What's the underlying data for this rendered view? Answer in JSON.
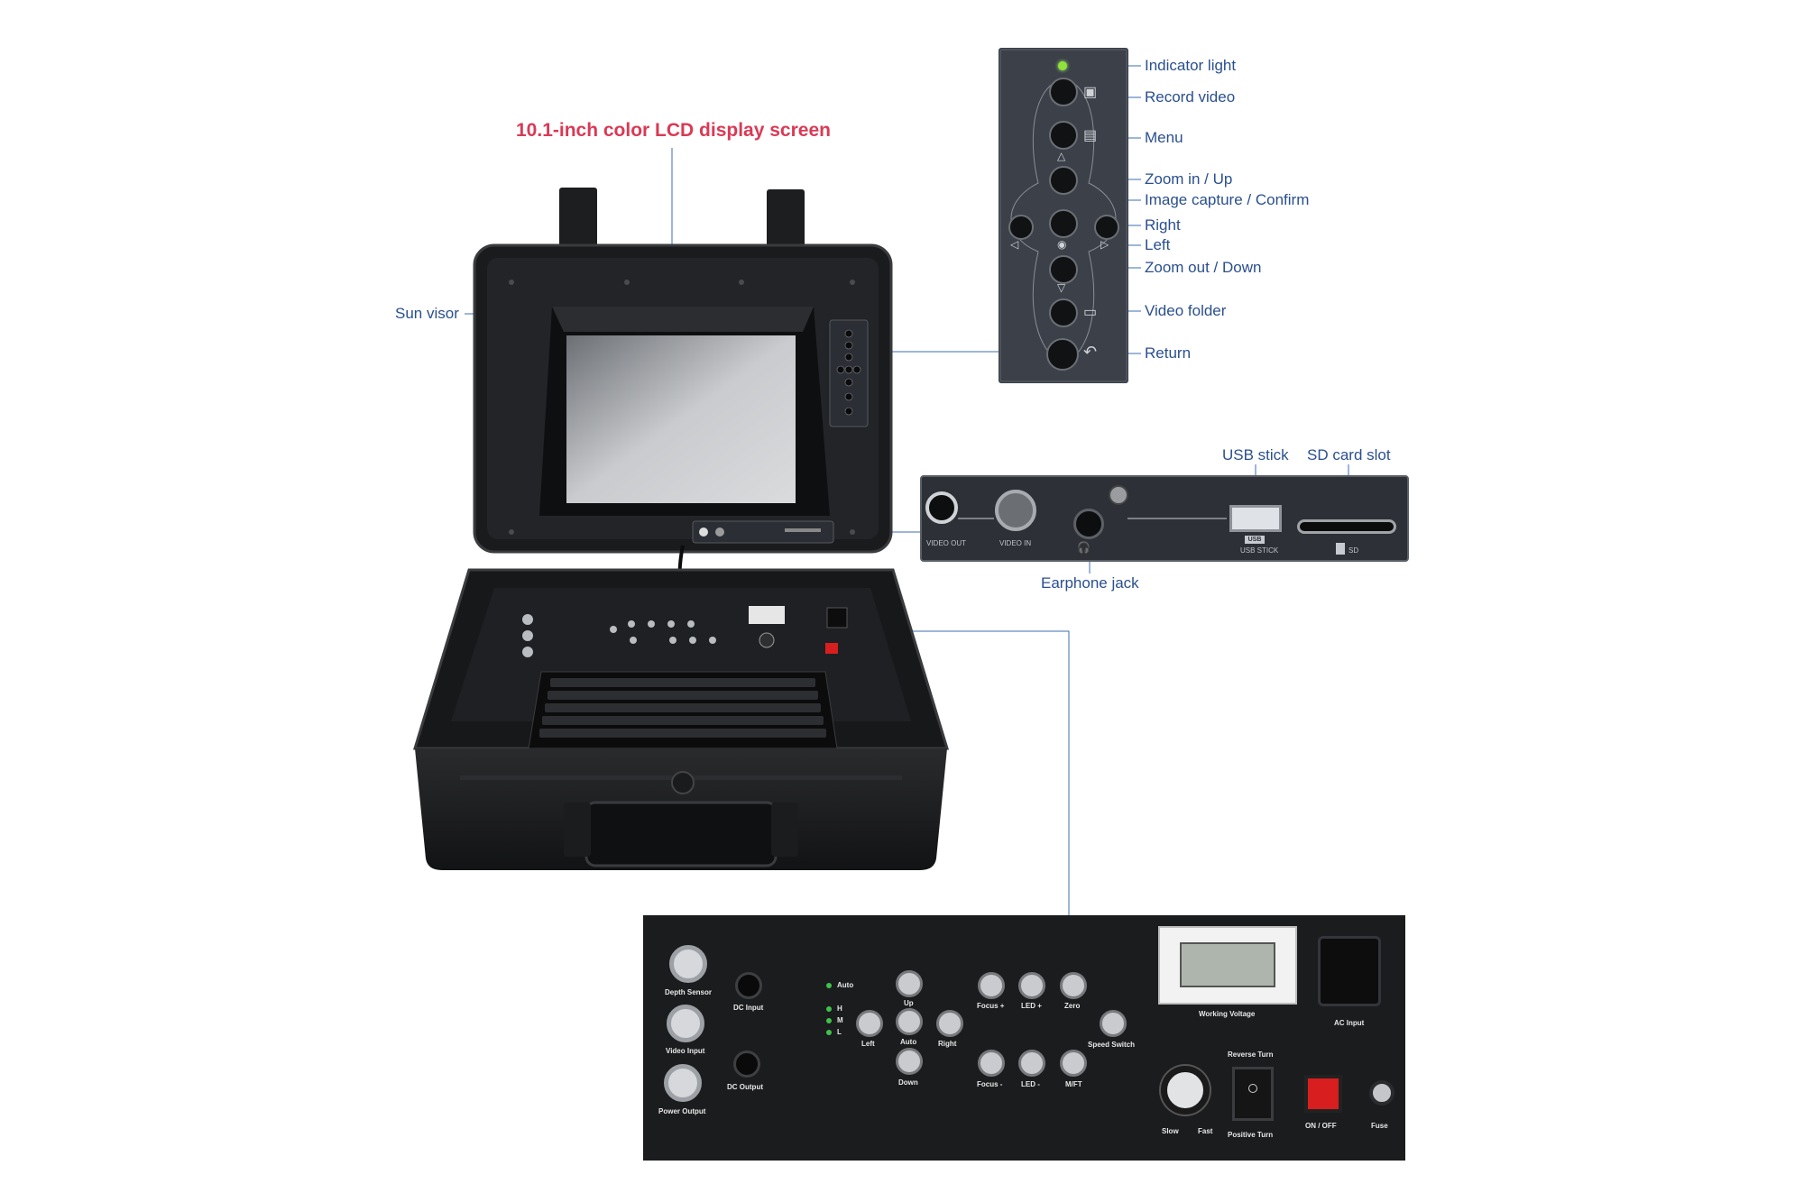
{
  "title": "10.1-inch color LCD display screen",
  "callouts": {
    "sun_visor": "Sun visor",
    "earphone_jack": "Earphone jack"
  },
  "button_panel": {
    "labels": [
      "Indicator light",
      "Record video",
      "Menu",
      "Zoom in / Up",
      "Image capture / Confirm",
      "Right",
      "Left",
      "Zoom out / Down",
      "Video folder",
      "Return"
    ]
  },
  "io_panel": {
    "usb_stick": "USB stick",
    "sd_card_slot": "SD card slot",
    "video_out": "VIDEO OUT",
    "video_in": "VIDEO IN",
    "usb_stick_port": "USB STICK",
    "usb_tag": "USB",
    "sd_port": "SD"
  },
  "control_panel": {
    "depth_sensor": "Depth Sensor",
    "video_input": "Video Input",
    "power_output": "Power Output",
    "dc_input": "DC Input",
    "dc_output": "DC Output",
    "auto_indicator": "Auto",
    "speed_h": "H",
    "speed_m": "M",
    "speed_l": "L",
    "up": "Up",
    "left": "Left",
    "auto": "Auto",
    "right": "Right",
    "down": "Down",
    "focus_plus": "Focus +",
    "led_plus": "LED +",
    "zero": "Zero",
    "speed_switch": "Speed Switch",
    "focus_minus": "Focus -",
    "led_minus": "LED -",
    "mft": "M/FT",
    "working_voltage": "Working Voltage",
    "ac_input": "AC Input",
    "reverse_turn": "Reverse Turn",
    "positive_turn": "Positive Turn",
    "slow": "Slow",
    "fast": "Fast",
    "on_off": "ON / OFF",
    "fuse": "Fuse"
  },
  "colors": {
    "label_blue": "#2a4f8f",
    "title_red": "#d93a55",
    "leader_line": "#3d6db3",
    "panel_black": "#1b1c1e",
    "button_panel": "#3b4049",
    "indicator_led": "#8fe23a",
    "power_switch": "#d81e1e"
  }
}
